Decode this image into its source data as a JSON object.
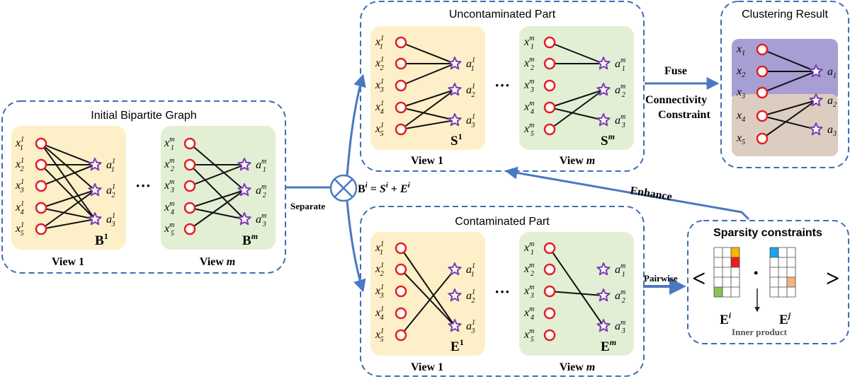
{
  "colors": {
    "dash_border": "#3f6cb5",
    "arrow_blue": "#4a78c2",
    "view1_bg": "#fdefc8",
    "viewm_bg": "#e2efd5",
    "cluster1_bg": "#a79fd3",
    "cluster2_bg": "#dccdc0",
    "node_ring": "#e21f1f",
    "anchor_star": "#7a3fb0",
    "edge": "#111111"
  },
  "icons": {
    "sample_node": "red-circle-icon",
    "anchor_node": "purple-star-icon",
    "separate_operator": "circled-times-icon"
  },
  "panels": {
    "initial": {
      "title": "Initial Bipartite Graph",
      "view1_label": "View 1",
      "viewm_label": "View ",
      "viewm_italic": "m",
      "mat1": "B",
      "mat1_sup": "1",
      "matm": "B",
      "matm_sup": "m"
    },
    "uncontaminated": {
      "title": "Uncontaminated Part",
      "view1_label": "View 1",
      "viewm_label": "View ",
      "viewm_italic": "m",
      "mat1": "S",
      "mat1_sup": "1",
      "matm": "S",
      "matm_sup": "m"
    },
    "contaminated": {
      "title": "Contaminated Part",
      "view1_label": "View 1",
      "viewm_label": "View ",
      "viewm_italic": "m",
      "mat1": "E",
      "mat1_sup": "1",
      "matm": "E",
      "matm_sup": "m"
    },
    "clustering": {
      "title": "Clustering Result"
    },
    "sparsity": {
      "title": "Sparsity constraints",
      "left_bracket": "<",
      "right_bracket": ">",
      "dot": "•",
      "mat_i": "E",
      "mat_i_sup": "i",
      "mat_j": "E",
      "mat_j_sup": "j",
      "caption": "Inner product"
    }
  },
  "arrows": {
    "separate": "Separate",
    "fuse": "Fuse",
    "connectivity_1": "Connectivity",
    "connectivity_2": "Constraint",
    "enhance": "Enhance",
    "pairwise": "Pairwise"
  },
  "equation": {
    "lhs": "B",
    "lhs_sup": "i",
    "eq": " = ",
    "s": "S",
    "s_sup": "i",
    "plus": " + ",
    "e": "E",
    "e_sup": "i"
  },
  "ellipsis": "···",
  "node_labels": {
    "view1_x": [
      "1",
      "2",
      "3",
      "4",
      "5"
    ],
    "view1_x_sup": "1",
    "viewm_x_sup": "m",
    "anchors": [
      "1",
      "2",
      "3"
    ],
    "cluster_x": [
      "1",
      "2",
      "3",
      "4",
      "5"
    ],
    "cluster_a": [
      "1",
      "2",
      "3"
    ],
    "x": "x",
    "a": "a"
  },
  "graph_edges": {
    "initial_view1": [
      [
        0,
        0
      ],
      [
        0,
        1
      ],
      [
        0,
        2
      ],
      [
        1,
        0
      ],
      [
        1,
        2
      ],
      [
        2,
        0
      ],
      [
        3,
        1
      ],
      [
        3,
        2
      ],
      [
        4,
        1
      ],
      [
        4,
        2
      ]
    ],
    "initial_viewm": [
      [
        0,
        1
      ],
      [
        1,
        0
      ],
      [
        1,
        2
      ],
      [
        2,
        0
      ],
      [
        3,
        1
      ],
      [
        3,
        2
      ],
      [
        4,
        1
      ]
    ],
    "uncont_view1": [
      [
        0,
        0
      ],
      [
        1,
        0
      ],
      [
        2,
        0
      ],
      [
        3,
        1
      ],
      [
        3,
        2
      ],
      [
        4,
        1
      ],
      [
        4,
        2
      ]
    ],
    "uncont_viewm": [
      [
        0,
        0
      ],
      [
        1,
        0
      ],
      [
        3,
        1
      ],
      [
        3,
        2
      ],
      [
        4,
        1
      ]
    ],
    "cont_view1": [
      [
        0,
        2
      ],
      [
        1,
        2
      ],
      [
        4,
        0
      ]
    ],
    "cont_viewm": [
      [
        0,
        2
      ],
      [
        2,
        1
      ]
    ],
    "clustering": [
      [
        0,
        0
      ],
      [
        1,
        0
      ],
      [
        2,
        0
      ],
      [
        3,
        1
      ],
      [
        3,
        2
      ],
      [
        4,
        1
      ]
    ]
  },
  "sparsity_cells": {
    "ei": [
      {
        "row": 0,
        "col": 2,
        "color": "#f5b800"
      },
      {
        "row": 1,
        "col": 2,
        "color": "#ee1c1c"
      },
      {
        "row": 4,
        "col": 0,
        "color": "#8cc250"
      }
    ],
    "ej": [
      {
        "row": 0,
        "col": 0,
        "color": "#1ea4e9"
      },
      {
        "row": 3,
        "col": 2,
        "color": "#f4b183"
      }
    ]
  }
}
